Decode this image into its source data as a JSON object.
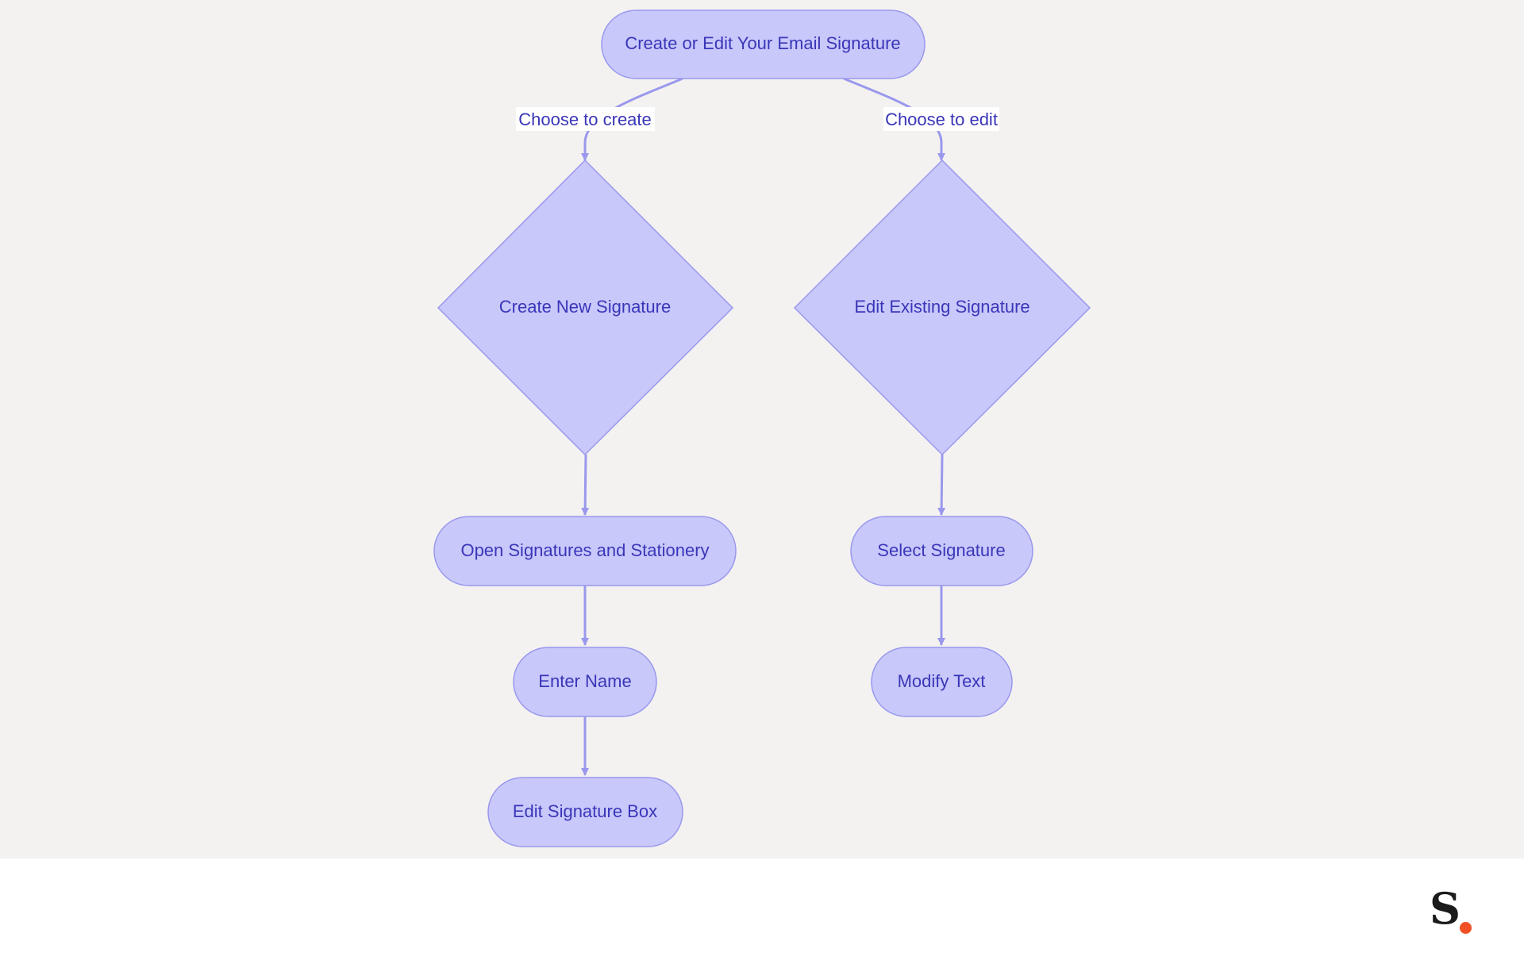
{
  "diagram": {
    "nodes": {
      "root": "Create or Edit Your Email Signature",
      "create_new": "Create New Signature",
      "edit_existing": "Edit Existing Signature",
      "open_signatures": "Open Signatures and Stationery",
      "enter_name": "Enter Name",
      "edit_box": "Edit Signature Box",
      "select_signature": "Select Signature",
      "modify_text": "Modify Text"
    },
    "edges": {
      "choose_create": "Choose to create",
      "choose_edit": "Choose to edit"
    },
    "colors": {
      "node_fill": "#c8c8fb",
      "node_stroke": "#9a98ec",
      "edge": "#9a98ec",
      "text": "#3a36b8",
      "background": "#f3f2f1"
    }
  },
  "logo": {
    "letter": "S",
    "dot_color": "#f05023"
  }
}
